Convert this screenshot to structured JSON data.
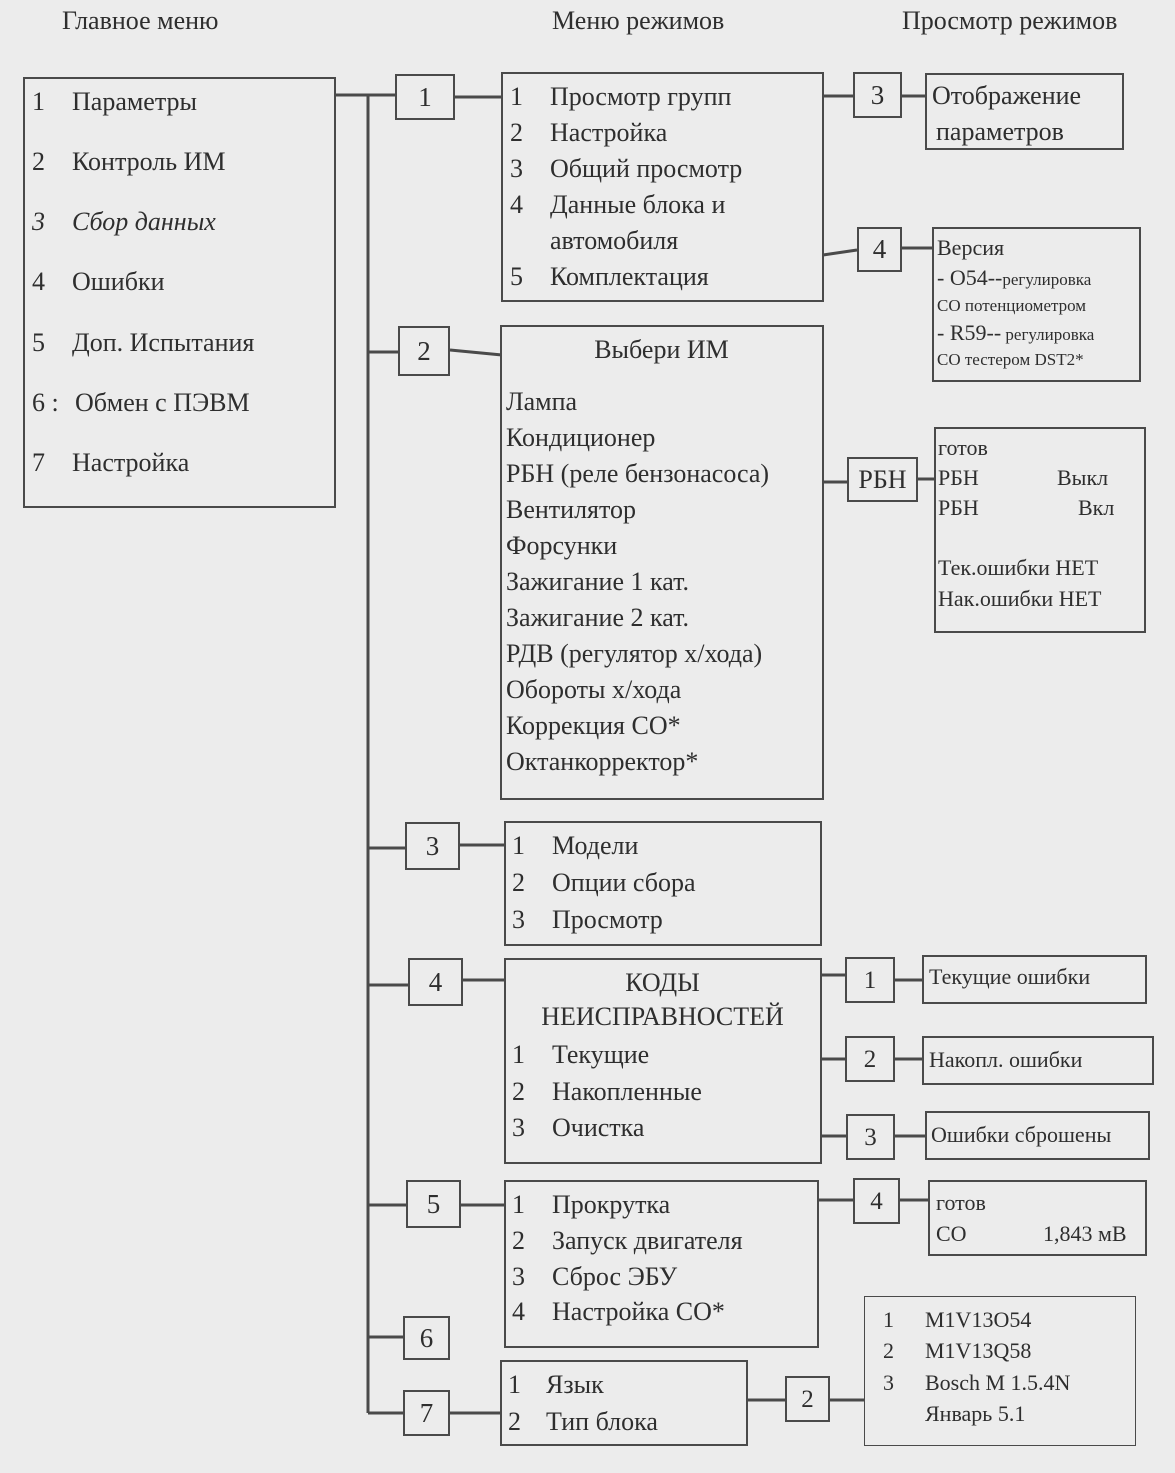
{
  "headers": {
    "main_menu": "Главное меню",
    "modes_menu": "Меню режимов",
    "modes_view": "Просмотр режимов"
  },
  "main_menu": {
    "items": [
      {
        "num": "1",
        "label": "Параметры"
      },
      {
        "num": "2",
        "label": "Контроль ИМ"
      },
      {
        "num": "3",
        "label": "Сбор данных"
      },
      {
        "num": "4",
        "label": "Ошибки"
      },
      {
        "num": "5",
        "label": "Доп. Испытания"
      },
      {
        "num": "6 :",
        "label": "Обмен с ПЭВМ"
      },
      {
        "num": "7",
        "label": "Настройка"
      }
    ]
  },
  "nodes": {
    "main_1": "1",
    "main_2": "2",
    "main_3": "3",
    "main_4": "4",
    "main_5": "5",
    "main_6": "6",
    "main_7": "7",
    "view_3": "3",
    "view_4": "4",
    "rbn": "РБН",
    "err_1": "1",
    "err_2": "2",
    "err_3": "3",
    "test_4": "4",
    "setup_2": "2"
  },
  "params_menu": {
    "items": [
      {
        "num": "1",
        "label": "Просмотр групп"
      },
      {
        "num": "2",
        "label": "Настройка"
      },
      {
        "num": "3",
        "label": "Общий просмотр"
      },
      {
        "num": "4",
        "label": "Данные блока и"
      },
      {
        "num": "",
        "label": "автомобиля"
      },
      {
        "num": "5",
        "label": "Комплектация"
      }
    ]
  },
  "display_params": {
    "lines": [
      "Отображение",
      "параметров"
    ]
  },
  "version": {
    "title": "Версия",
    "line1_big": "- O54--",
    "line1_small": "регулировка",
    "line2": "CO потенциометром",
    "line3_big": "- R59--",
    "line3_small": " регулировка",
    "line4": "CO тестером DST2*"
  },
  "actuators": {
    "title": "Выбери ИМ",
    "items": [
      "Лампа",
      "Кондиционер",
      "РБН (реле бензонасоса)",
      "Вентилятор",
      "Форсунки",
      "Зажигание 1 кат.",
      "Зажигание 2 кат.",
      "РДВ (регулятор х/хода)",
      "Обороты х/хода",
      "Коррекция СО*",
      "Октанкорректор*"
    ]
  },
  "rbn_status": {
    "ready": "готов",
    "r1_label": "РБН",
    "r1_value": "Выкл",
    "r2_label": "РБН",
    "r2_value": "Вкл",
    "cur_errors": "Тек.ошибки НЕТ",
    "acc_errors": "Нак.ошибки НЕТ"
  },
  "collect_menu": {
    "items": [
      {
        "num": "1",
        "label": "Модели"
      },
      {
        "num": "2",
        "label": "Опции сбора"
      },
      {
        "num": "3",
        "label": "Просмотр"
      }
    ]
  },
  "fault_codes": {
    "title1": "КОДЫ",
    "title2": "НЕИСПРАВНОСТЕЙ",
    "items": [
      {
        "num": "1",
        "label": "Текущие"
      },
      {
        "num": "2",
        "label": "Накопленные"
      },
      {
        "num": "3",
        "label": "Очистка"
      }
    ]
  },
  "errors_view": {
    "current": "Текущие ошибки",
    "accumulated": "Накопл. ошибки",
    "cleared": "Ошибки сброшены"
  },
  "tests_menu": {
    "items": [
      {
        "num": "1",
        "label": "Прокрутка"
      },
      {
        "num": "2",
        "label": "Запуск двигателя"
      },
      {
        "num": "3",
        "label": "Сброс ЭБУ"
      },
      {
        "num": "4",
        "label": "Настройка СО*"
      }
    ]
  },
  "co_status": {
    "ready": "готов",
    "label": "CO",
    "value": "1,843 мВ"
  },
  "setup_menu": {
    "items": [
      {
        "num": "1",
        "label": "Язык"
      },
      {
        "num": "2",
        "label": "Тип блока"
      }
    ]
  },
  "block_types": {
    "items": [
      {
        "num": "1",
        "label": "M1V13O54"
      },
      {
        "num": "2",
        "label": "M1V13Q58"
      },
      {
        "num": "3",
        "label": "Bosch M 1.5.4N"
      },
      {
        "num": "",
        "label": "Январь 5.1"
      }
    ]
  }
}
